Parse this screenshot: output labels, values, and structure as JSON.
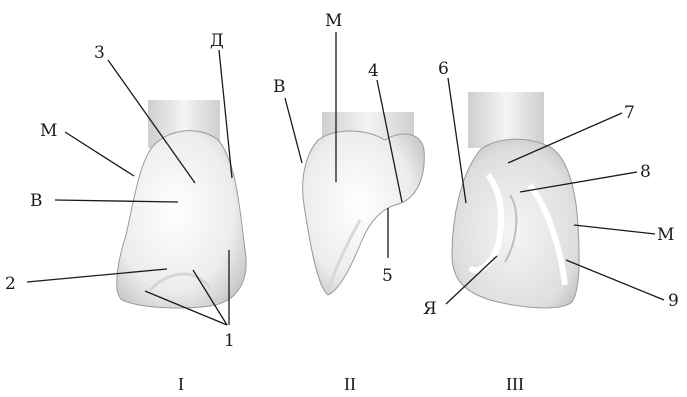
{
  "views": [
    {
      "id": "I",
      "caption": "I"
    },
    {
      "id": "II",
      "caption": "II"
    },
    {
      "id": "III",
      "caption": "III"
    }
  ],
  "labels": {
    "view1": {
      "m": "М",
      "num3": "3",
      "d": "Д",
      "v": "В",
      "num2": "2",
      "num1": "1"
    },
    "view2": {
      "v": "В",
      "m": "М",
      "num4": "4",
      "num5": "5"
    },
    "view3": {
      "num6": "6",
      "num7": "7",
      "num8": "8",
      "m": "М",
      "ya": "Я",
      "num9": "9"
    }
  }
}
